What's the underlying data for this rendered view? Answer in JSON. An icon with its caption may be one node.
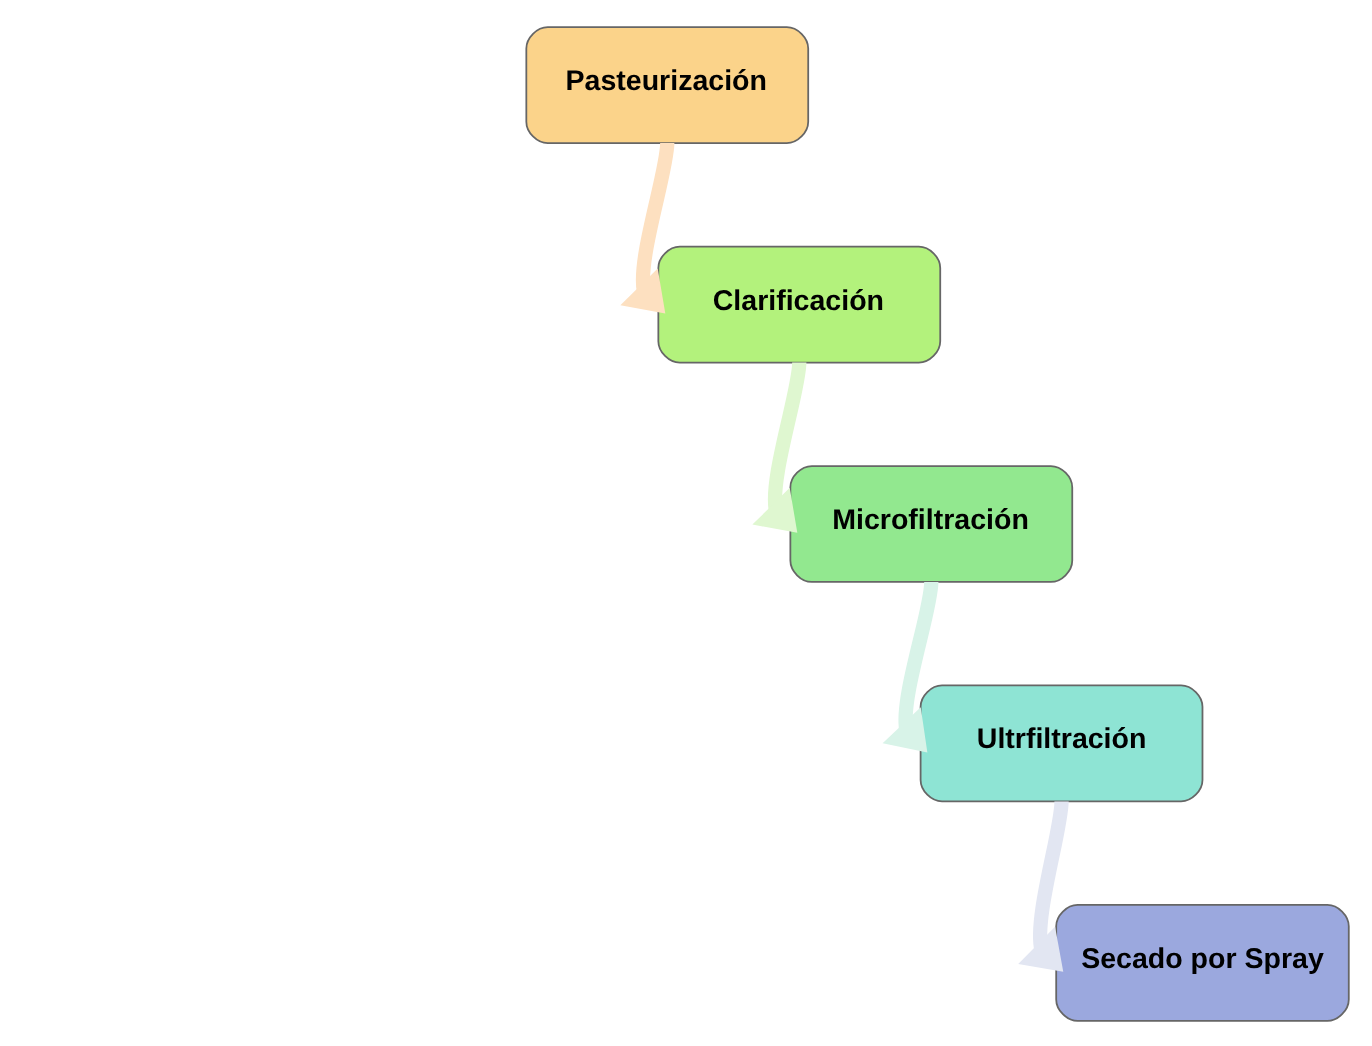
{
  "diagram": {
    "nodes": [
      {
        "text": [
          "Pasteurización"
        ]
      },
      {
        "text": [
          "Clarificación"
        ]
      },
      {
        "text": [
          "Microfiltración"
        ]
      },
      {
        "text": [
          "Ultrfiltración"
        ]
      },
      {
        "text": [
          "Secado por Spray"
        ]
      }
    ],
    "edges": [
      {
        "from": 0,
        "to": 1,
        "arrow": "to",
        "color": "#fde0c0"
      },
      {
        "from": 1,
        "to": 2,
        "arrow": "to",
        "color": "#dff7d0"
      },
      {
        "from": 2,
        "to": 3,
        "arrow": "to",
        "color": "#d8f3e8"
      },
      {
        "from": 3,
        "to": 4,
        "arrow": "to",
        "color": "#e2e6f2"
      }
    ]
  }
}
